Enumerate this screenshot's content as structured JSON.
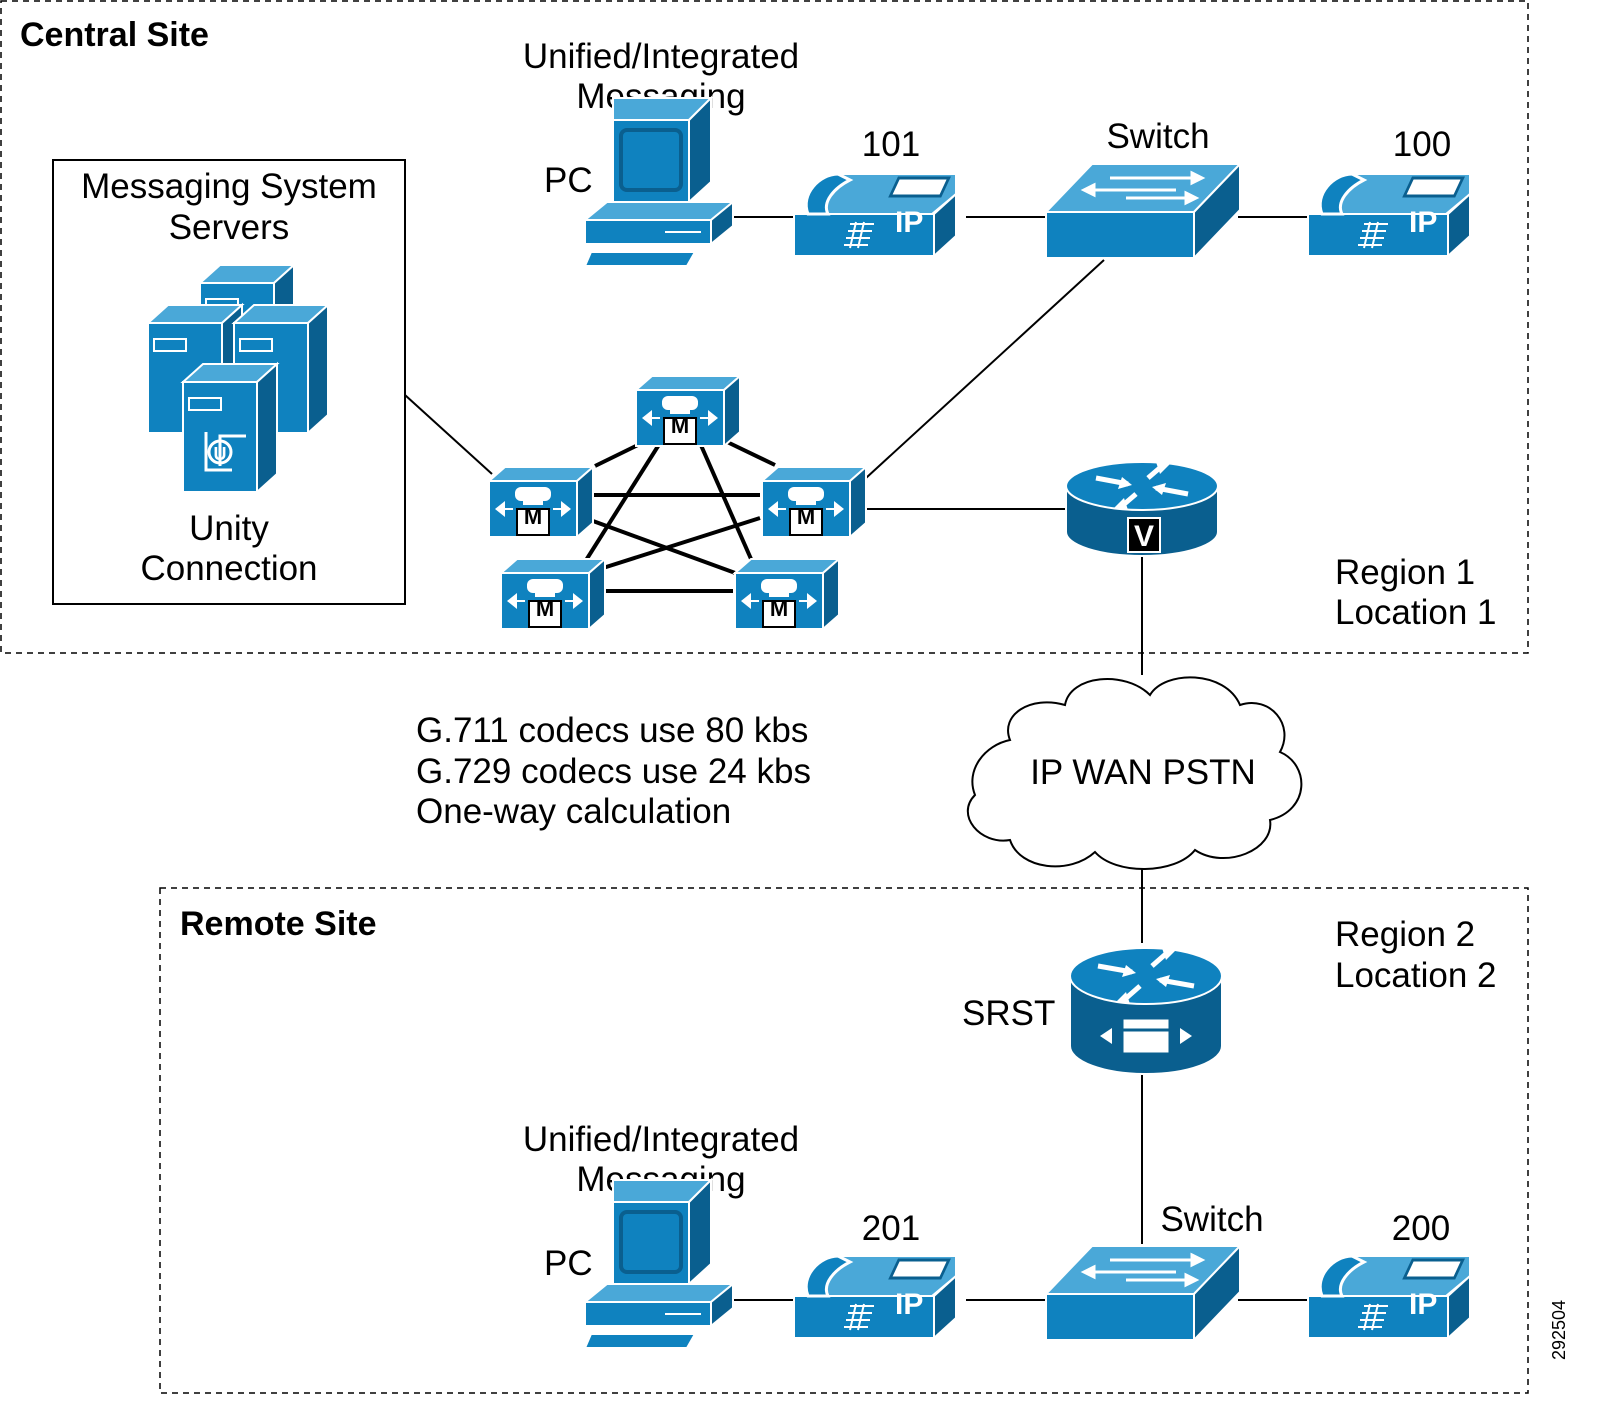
{
  "central_site": {
    "title": "Central Site",
    "messaging_box": {
      "title_line1": "Messaging System",
      "title_line2": "Servers",
      "caption_line1": "Unity",
      "caption_line2": "Connection"
    },
    "messaging_label": {
      "line1": "Unified/Integrated",
      "line2": "Messaging"
    },
    "pc_label": "PC",
    "phone_101": "101",
    "switch_label": "Switch",
    "phone_100": "100",
    "phone_badge": "IP",
    "cluster_badge": "M",
    "gateway_badge": "V",
    "region": {
      "line1": "Region 1",
      "line2": "Location 1"
    }
  },
  "wan": {
    "cloud_label": "IP WAN PSTN",
    "notes": [
      "G.711 codecs use 80 kbs",
      "G.729 codecs use 24 kbs",
      "One-way calculation"
    ]
  },
  "remote_site": {
    "title": "Remote Site",
    "region": {
      "line1": "Region 2",
      "line2": "Location 2"
    },
    "srst_label": "SRST",
    "messaging_label": {
      "line1": "Unified/Integrated",
      "line2": "Messaging"
    },
    "pc_label": "PC",
    "phone_201": "201",
    "switch_label": "Switch",
    "phone_200": "200",
    "phone_badge": "IP"
  },
  "figure_id": "292504",
  "colors": {
    "icon_blue": "#0f82bf",
    "icon_dark": "#0a5f8f",
    "icon_light": "#4aa8d8",
    "line": "#000000"
  }
}
